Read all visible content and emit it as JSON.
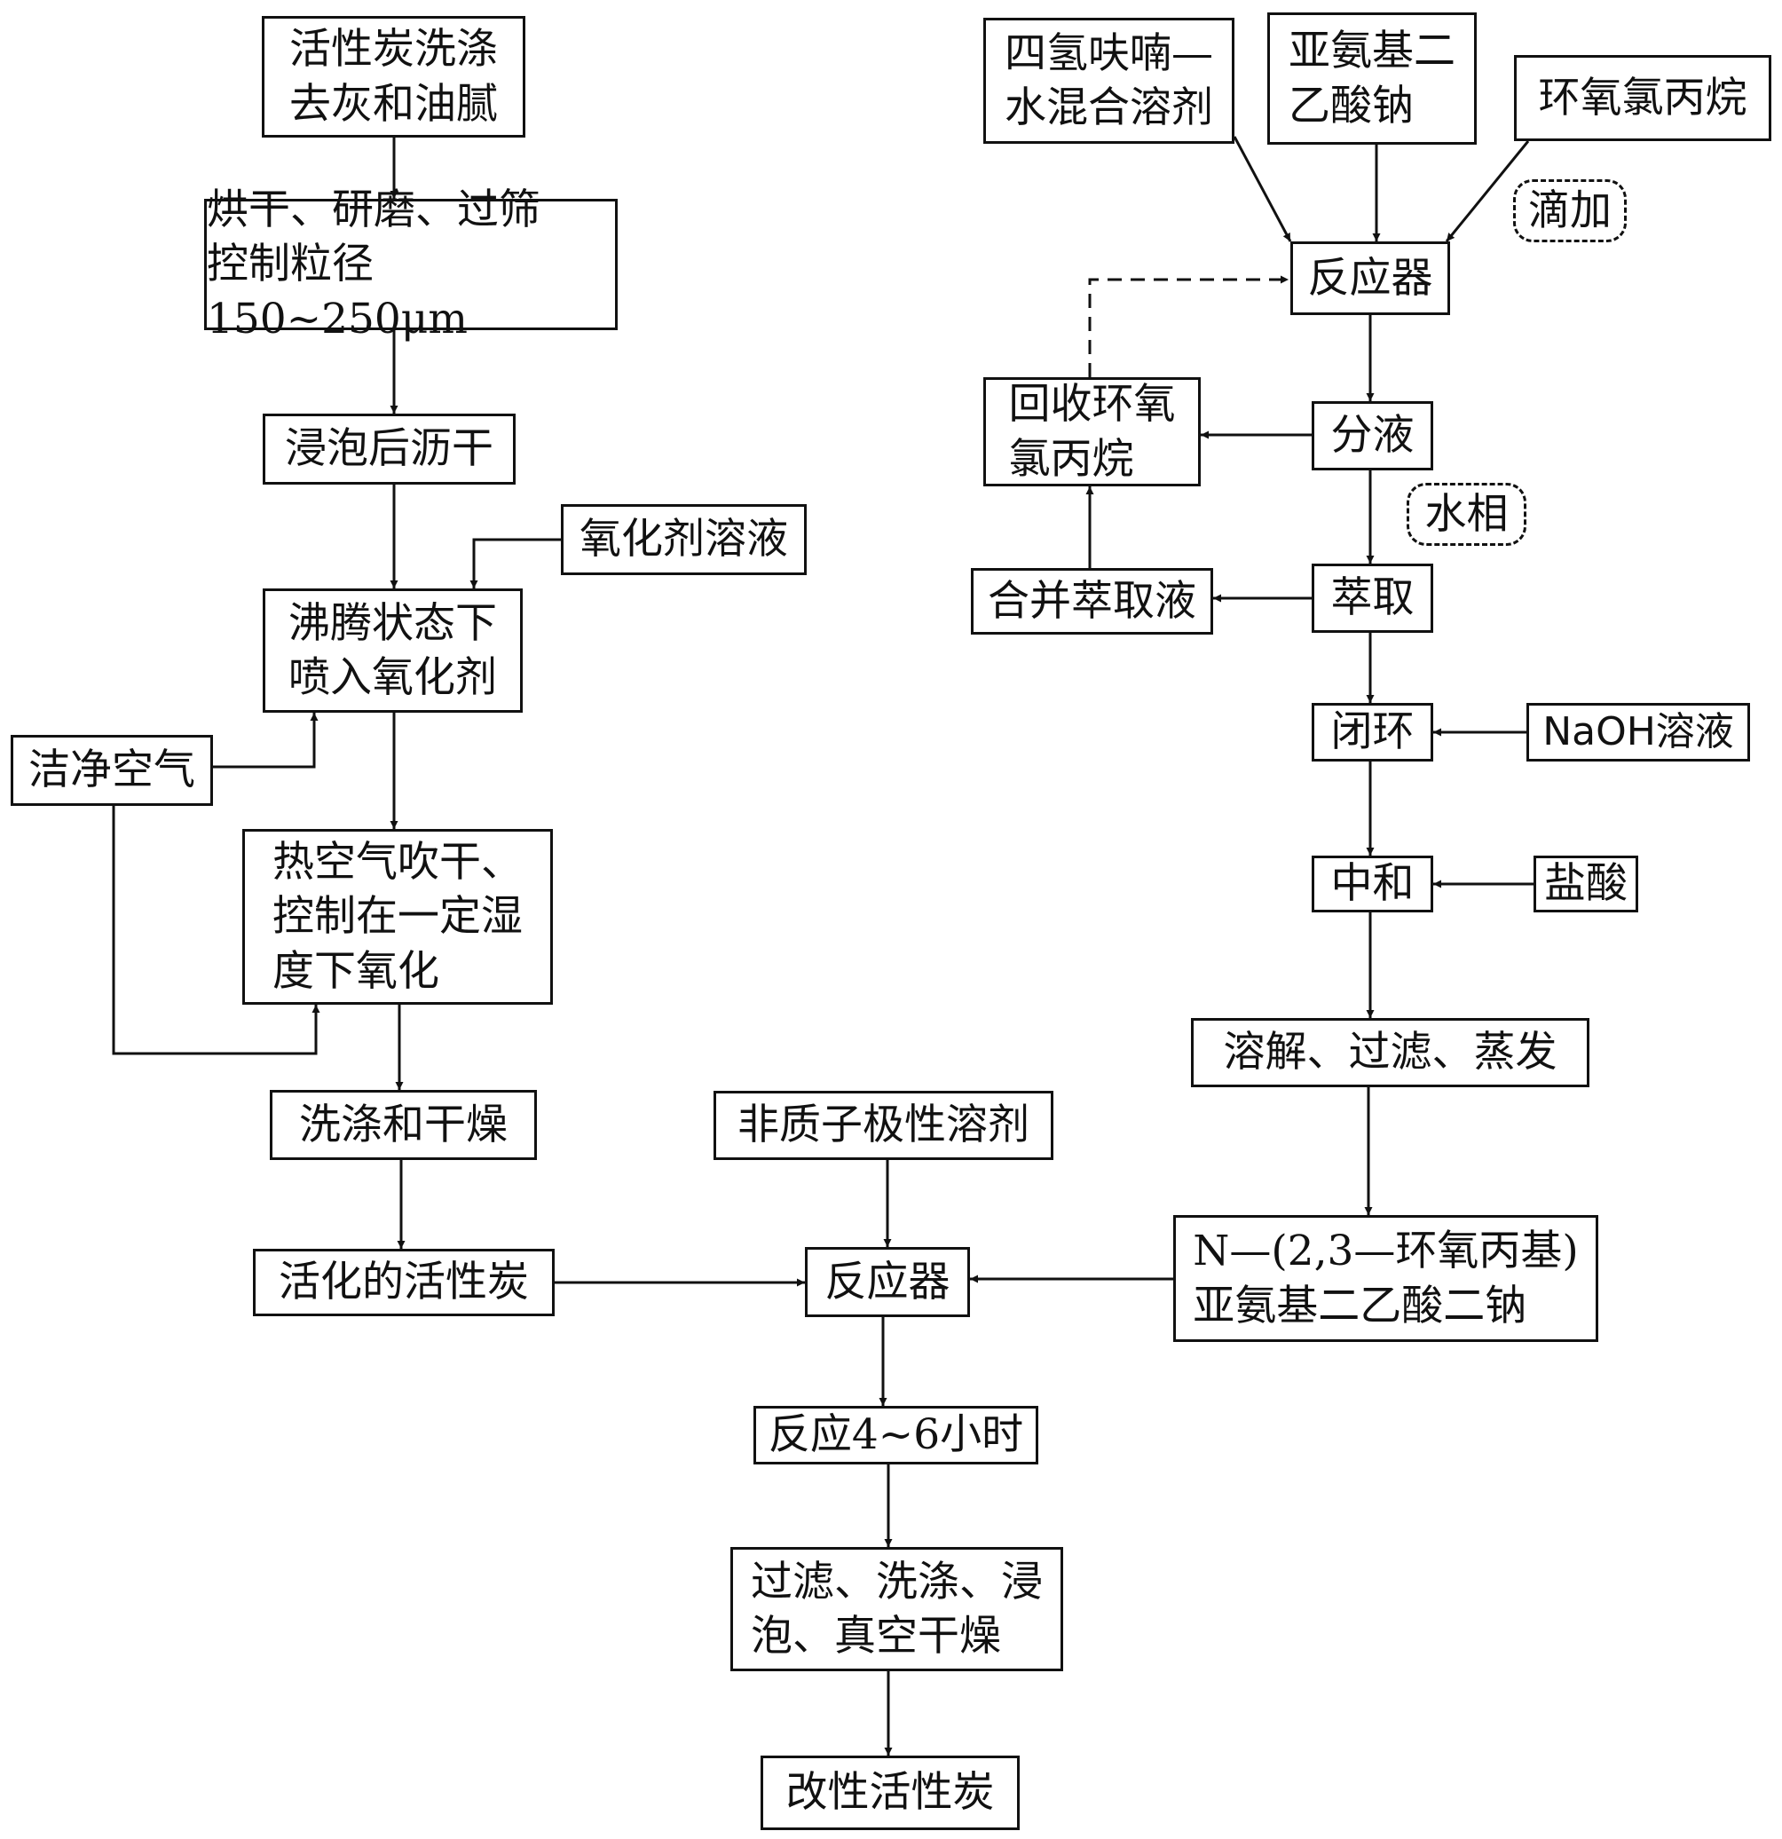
{
  "left_chain": {
    "s1": "活性炭洗涤\n去灰和油腻",
    "s2": "烘干、研磨、过筛\n控制粒径150~250μm",
    "s3": "浸泡后沥干",
    "oxidant_solution": "氧化剂溶液",
    "s4": "沸腾状态下\n喷入氧化剂",
    "clean_air": "洁净空气",
    "s5": "热空气吹干、\n控制在一定湿\n度下氧化",
    "s6": "洗涤和干燥",
    "s7": "活化的活性炭"
  },
  "right_chain": {
    "thf_water": "四氢呋喃—\n水混合溶剂",
    "sodium_iminodiacetate": "亚氨基二\n乙酸钠",
    "epichlorohydrin": "环氧氯丙烷",
    "dropwise_tag": "滴加",
    "reactor": "反应器",
    "separation": "分液",
    "recover": "回收环氧\n氯丙烷",
    "aqueous_tag": "水相",
    "extraction": "萃取",
    "combine_extract": "合并萃取液",
    "ring_closure": "闭环",
    "naoh": "NaOH溶液",
    "neutralize": "中和",
    "hcl": "盐酸",
    "dissolve": "溶解、过滤、蒸发",
    "product": "N—(2,3—环氧丙基)\n亚氨基二乙酸二钠"
  },
  "bottom_chain": {
    "solvent": "非质子极性溶剂",
    "reactor": "反应器",
    "react_time": "反应4~6小时",
    "post_treat": "过滤、洗涤、浸\n泡、真空干燥",
    "final": "改性活性炭"
  }
}
